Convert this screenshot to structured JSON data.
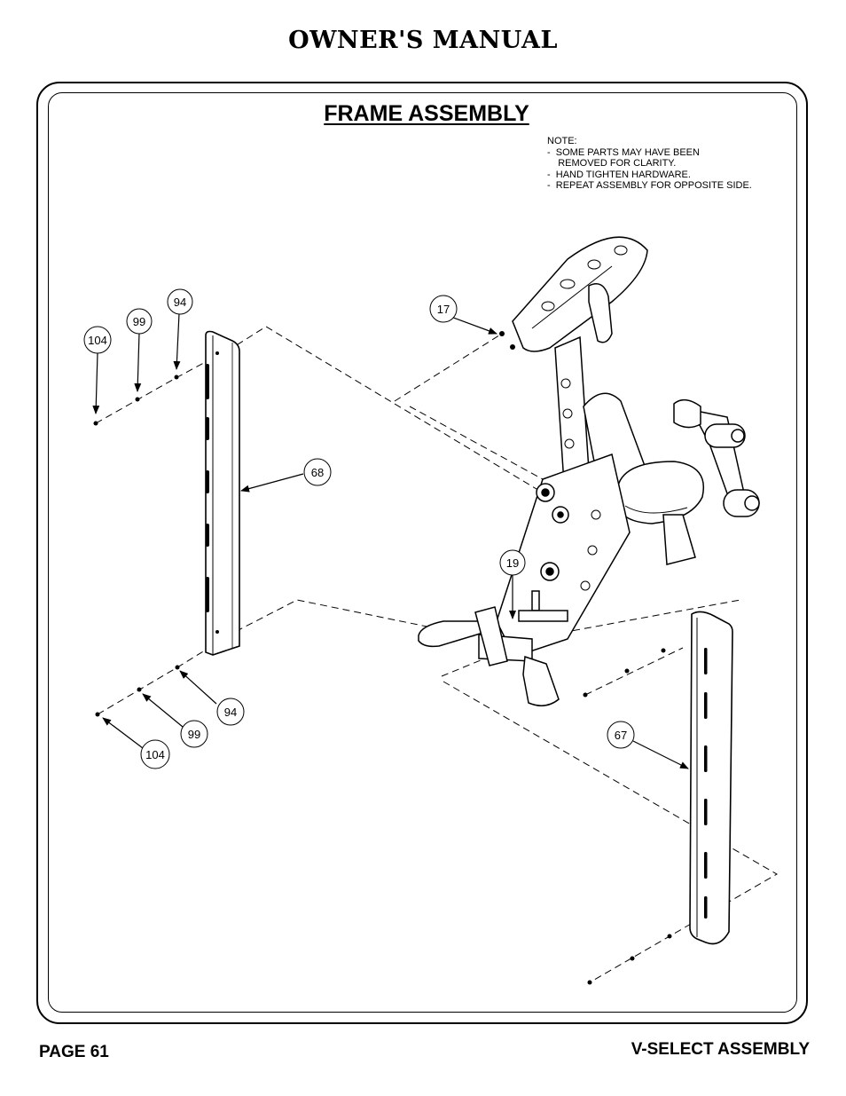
{
  "header": {
    "title": "OWNER'S MANUAL"
  },
  "section": {
    "title": "FRAME ASSEMBLY"
  },
  "note": {
    "lines": [
      "NOTE:",
      "-  SOME PARTS MAY HAVE BEEN",
      "    REMOVED FOR CLARITY.",
      "-  HAND TIGHTEN HARDWARE.",
      "-  REPEAT ASSEMBLY FOR OPPOSITE SIDE."
    ]
  },
  "callouts": {
    "part_104_top": "104",
    "part_99_top": "99",
    "part_94_top": "94",
    "part_17": "17",
    "part_68": "68",
    "part_19": "19",
    "part_94_bottom": "94",
    "part_99_bottom": "99",
    "part_104_bottom": "104",
    "part_67": "67"
  },
  "footer": {
    "page": "PAGE 61",
    "section": "V-SELECT ASSEMBLY"
  }
}
